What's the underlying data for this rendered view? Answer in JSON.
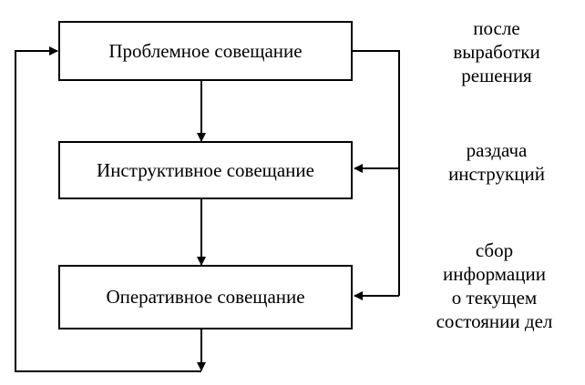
{
  "diagram": {
    "boxes": [
      {
        "label": "Проблемное совещание"
      },
      {
        "label": "Инструктивное совещание"
      },
      {
        "label": "Оперативное совещание"
      }
    ],
    "notes": [
      {
        "lines": [
          "после",
          "выработки",
          "решения"
        ]
      },
      {
        "lines": [
          "раздача",
          "инструкций"
        ]
      },
      {
        "lines": [
          "сбор",
          "информации",
          "о текущем",
          "состоянии дел"
        ]
      }
    ]
  }
}
